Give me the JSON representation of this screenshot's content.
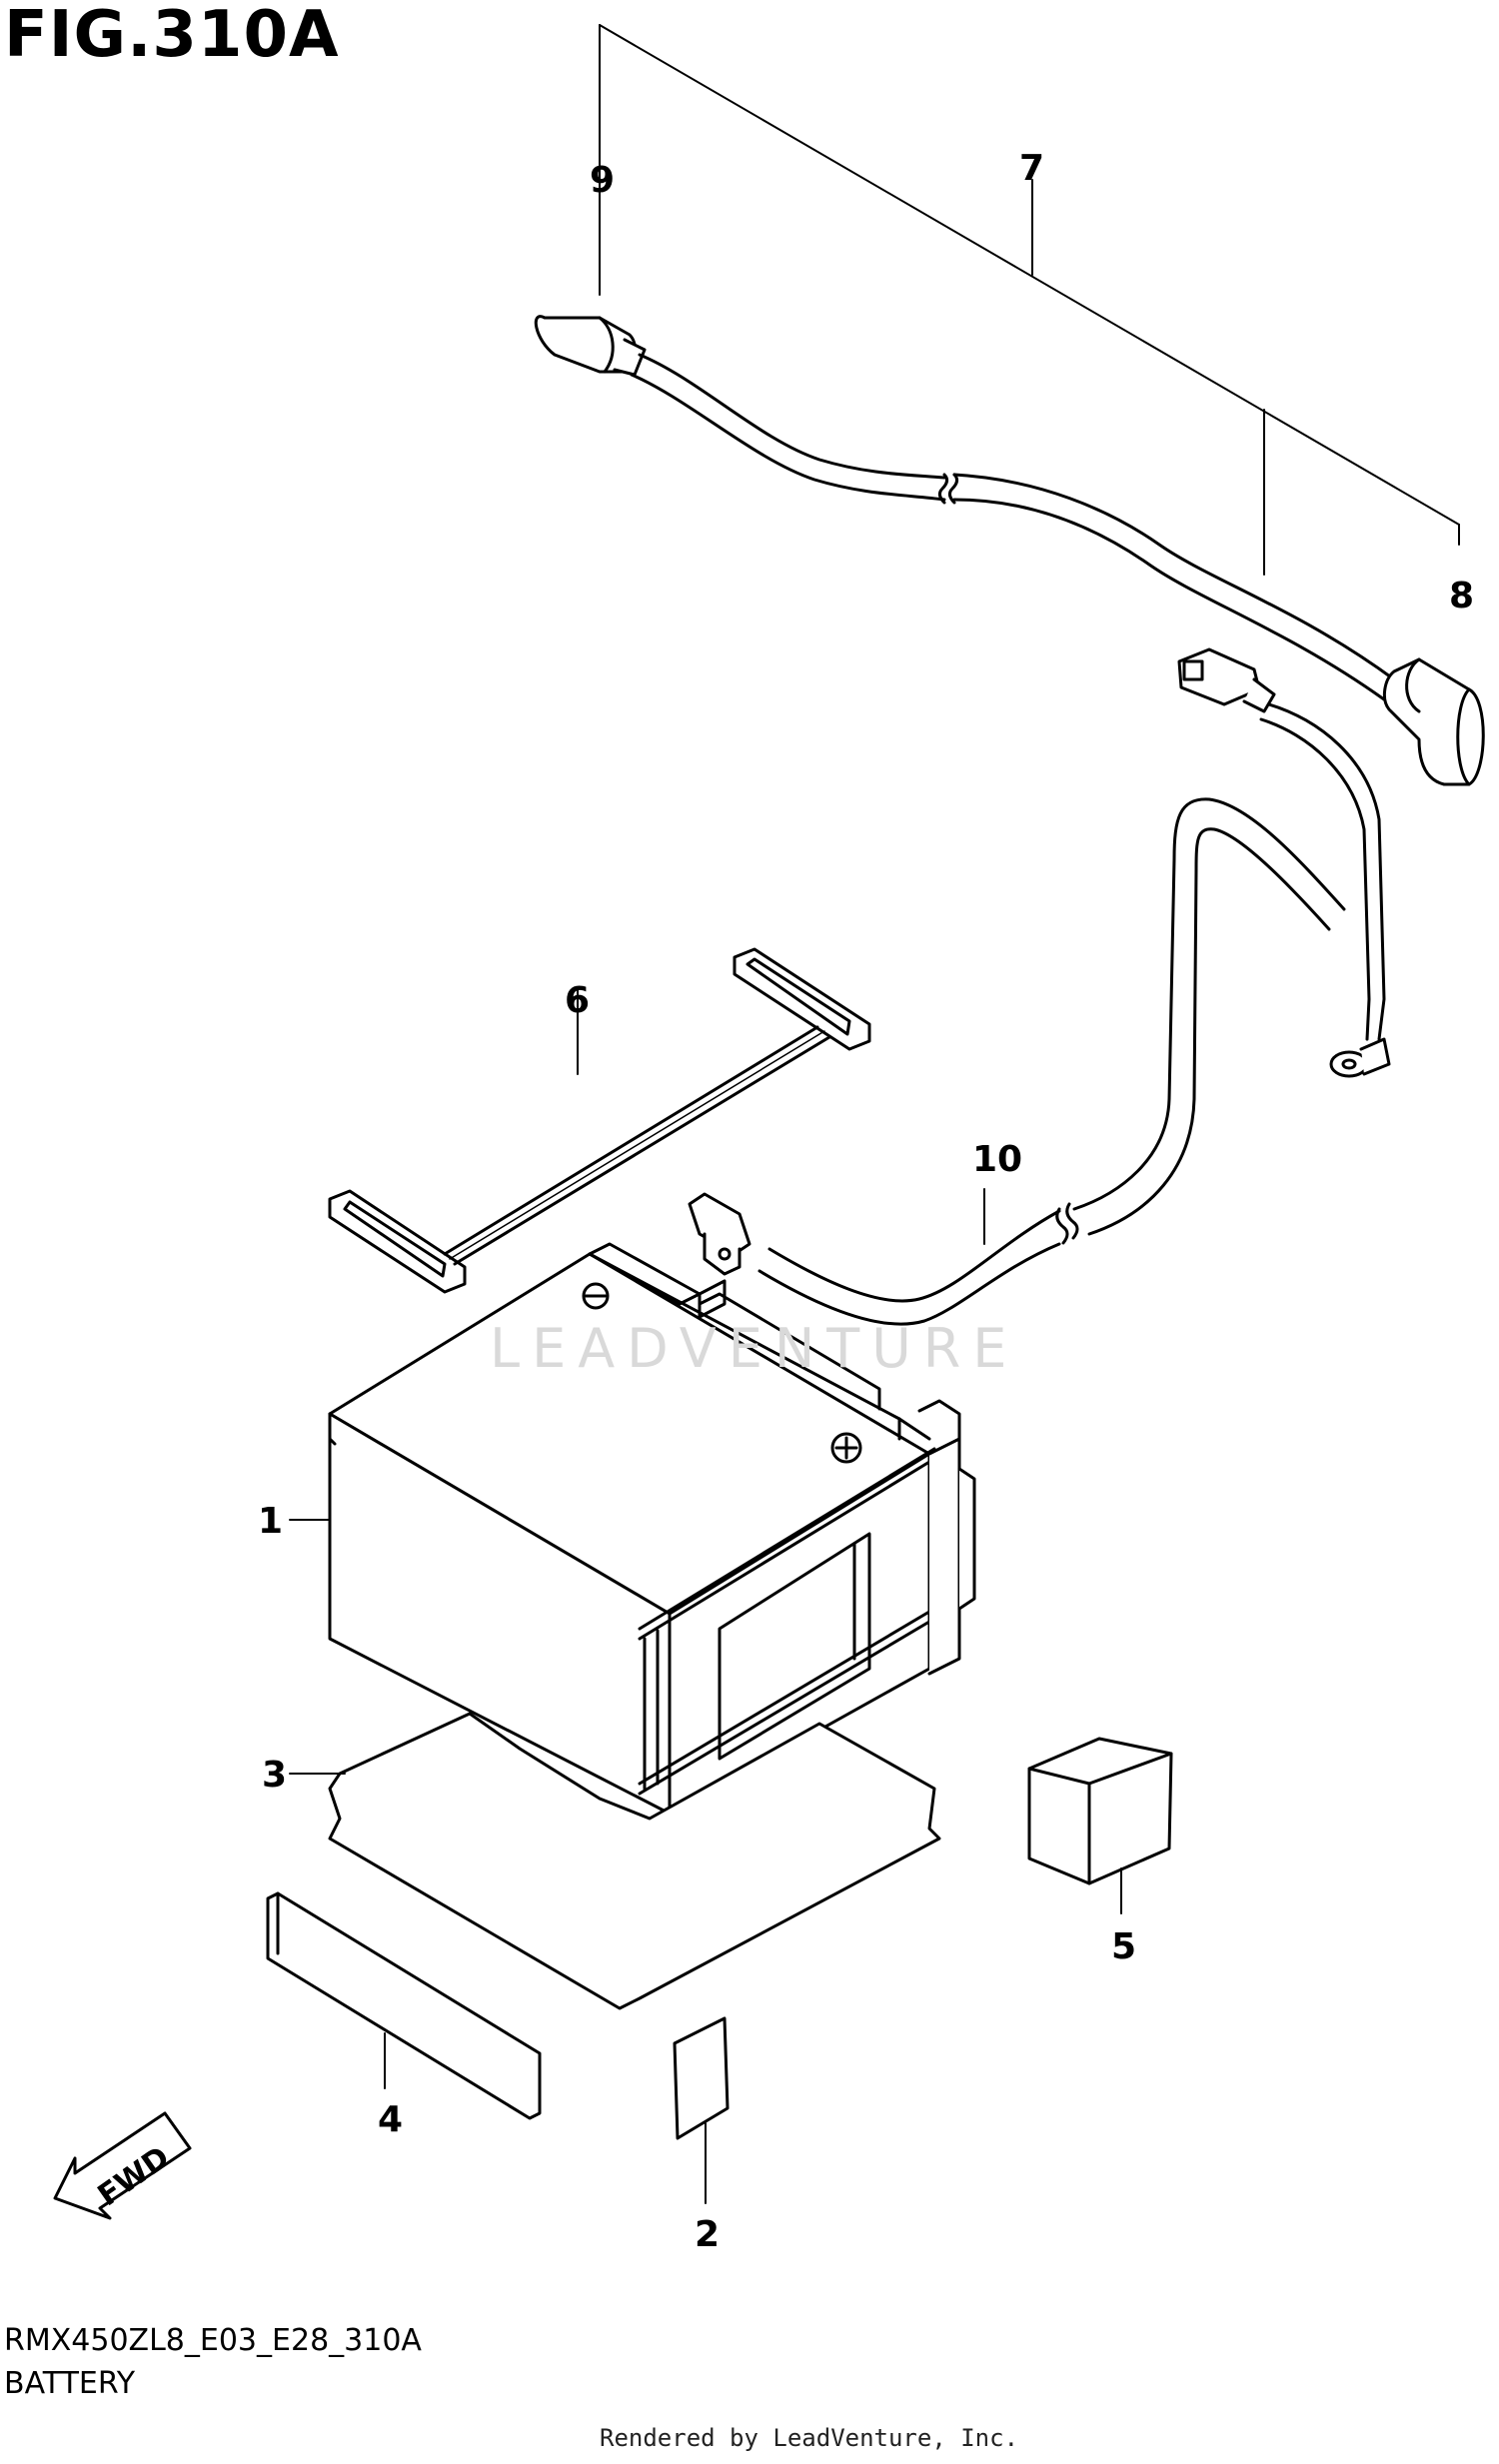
{
  "figure": {
    "title": "FIG.310A",
    "model_code": "RMX450ZL8_E03_E28_310A",
    "name": "BATTERY",
    "rendered_by": "Rendered by LeadVenture, Inc.",
    "watermark": "LEADVENTURE"
  },
  "callouts": [
    {
      "id": "1",
      "label": "1",
      "part": "battery"
    },
    {
      "id": "2",
      "label": "2",
      "part": "label-small"
    },
    {
      "id": "3",
      "label": "3",
      "part": "battery-pad"
    },
    {
      "id": "4",
      "label": "4",
      "part": "label-strip"
    },
    {
      "id": "5",
      "label": "5",
      "part": "block-cushion"
    },
    {
      "id": "6",
      "label": "6",
      "part": "battery-band"
    },
    {
      "id": "7",
      "label": "7",
      "part": "cable-assembly"
    },
    {
      "id": "8",
      "label": "8",
      "part": "terminal-cap-end"
    },
    {
      "id": "9",
      "label": "9",
      "part": "terminal-cap-start"
    },
    {
      "id": "10",
      "label": "10",
      "part": "negative-cable"
    }
  ],
  "fwd_arrow": {
    "label": "FWD"
  },
  "colors": {
    "ink": "#000000",
    "paper": "#ffffff",
    "watermark": "#d9d9d9"
  }
}
